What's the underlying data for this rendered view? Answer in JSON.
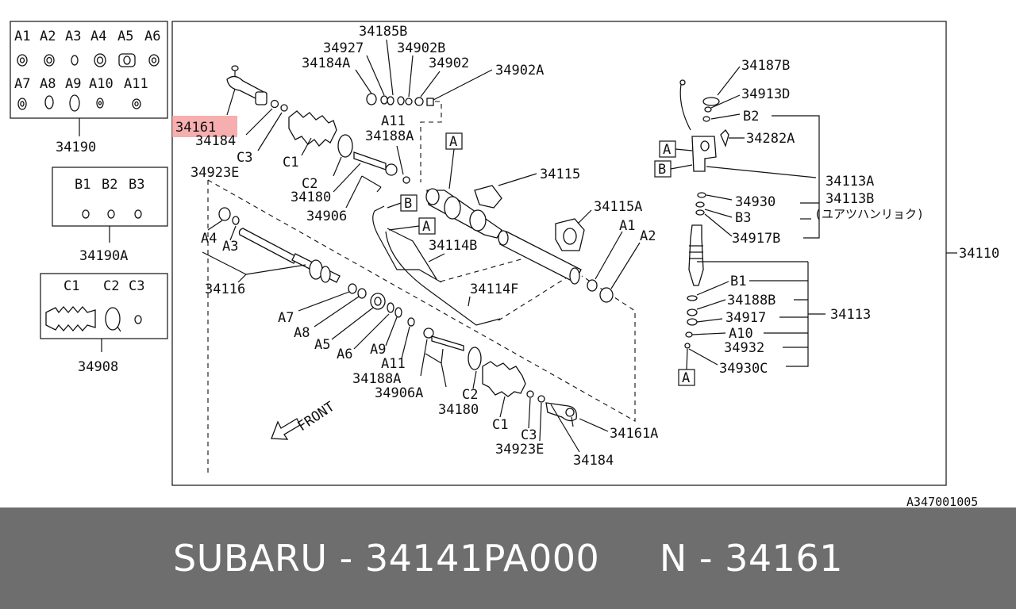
{
  "diagram": {
    "highlight_color": "#f4a0a0",
    "kits": {
      "k34190": {
        "label": "34190",
        "items": [
          "A1",
          "A2",
          "A3",
          "A4",
          "A5",
          "A6",
          "A7",
          "A8",
          "A9",
          "A10",
          "A11"
        ]
      },
      "k34190a": {
        "label": "34190A",
        "items": [
          "B1",
          "B2",
          "B3"
        ]
      },
      "k34908": {
        "label": "34908",
        "items": [
          "C1",
          "C2",
          "C3"
        ]
      }
    },
    "callouts": {
      "p34161": "34161",
      "p34184_top": "34184",
      "p34184_bot": "34184",
      "c3_top": "C3",
      "c1_top": "C1",
      "c2_top": "C2",
      "p34180_top": "34180",
      "p34923e_top": "34923E",
      "p34906": "34906",
      "p34185b": "34185B",
      "p34927": "34927",
      "p34902b": "34902B",
      "p34184a": "34184A",
      "p34902": "34902",
      "p34902a": "34902A",
      "a11_top": "A11",
      "p34188a_top": "34188A",
      "box_a1": "A",
      "p34115": "34115",
      "box_b1": "B",
      "box_a2": "A",
      "p34114b": "34114B",
      "p34115a": "34115A",
      "a1": "A1",
      "a2": "A2",
      "a4": "A4",
      "a3": "A3",
      "p34116": "34116",
      "p34114f": "34114F",
      "a7": "A7",
      "a8": "A8",
      "a5": "A5",
      "a6": "A6",
      "a9": "A9",
      "a11_bot": "A11",
      "p34188a_bot": "34188A",
      "p34906a": "34906A",
      "c2_bot": "C2",
      "p34180_bot": "34180",
      "c1_bot": "C1",
      "c3_bot": "C3",
      "p34923e_bot": "34923E",
      "p34161a": "34161A",
      "front": "FRONT",
      "p34187b": "34187B",
      "p34913d": "34913D",
      "b2": "B2",
      "box_a3": "A",
      "p34282a": "34282A",
      "box_b2": "B",
      "p34113a": "34113A",
      "p34113b": "34113B",
      "p34930": "34930",
      "jp_note": "(ユアツハンリョク)",
      "b3": "B3",
      "p34917b": "34917B",
      "p34110": "34110",
      "b1": "B1",
      "p34188b": "34188B",
      "p34113": "34113",
      "p34917": "34917",
      "a10": "A10",
      "p34932": "34932",
      "p34930c": "34930C",
      "box_a4": "A"
    },
    "diagram_code": "A347001005"
  },
  "footer": {
    "text": "SUBARU - 34141PA000     N - 34161"
  }
}
